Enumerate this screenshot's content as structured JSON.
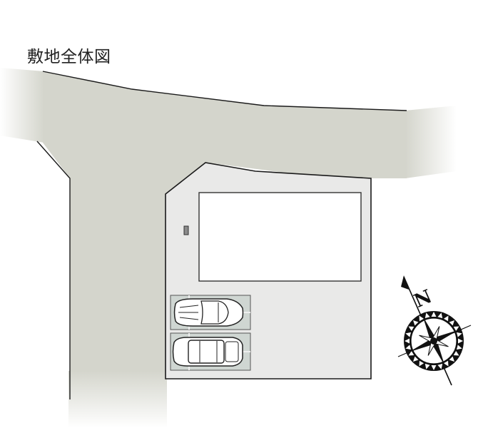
{
  "header": {
    "title": "敷地全体図"
  },
  "map": {
    "road_color": "#d4d5cc",
    "lot_color": "#e9e9e8",
    "building_color": "#ffffff",
    "parking_color": "#cfd6d2",
    "outline_color": "#1a1a1a",
    "features": [
      {
        "name": "road-horizontal",
        "label": ""
      },
      {
        "name": "road-vertical",
        "label": ""
      },
      {
        "name": "lot",
        "label": ""
      },
      {
        "name": "building",
        "label": ""
      },
      {
        "name": "meter-box",
        "label": ""
      },
      {
        "name": "parking-space-1",
        "label": ""
      },
      {
        "name": "parking-space-2",
        "label": ""
      }
    ],
    "parking_spaces": 2
  },
  "compass": {
    "label": "N",
    "icon": "compass-rose-icon"
  }
}
